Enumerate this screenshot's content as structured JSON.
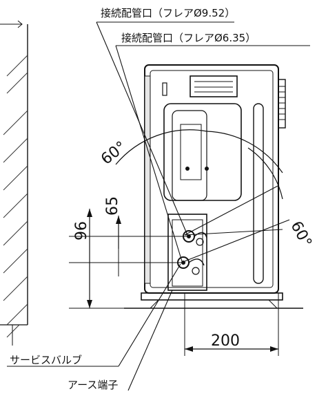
{
  "labels": {
    "connection_pipe_large": "接続配管口（フレアØ9.52）",
    "connection_pipe_small": "接続配管口（フレアØ6.35）",
    "service_valve": "サービスバルブ",
    "earth_terminal": "アース端子"
  },
  "dimensions": {
    "angle_left": "60°",
    "angle_right": "60°",
    "height_65": "65",
    "height_96": "96",
    "width_200": "200"
  }
}
